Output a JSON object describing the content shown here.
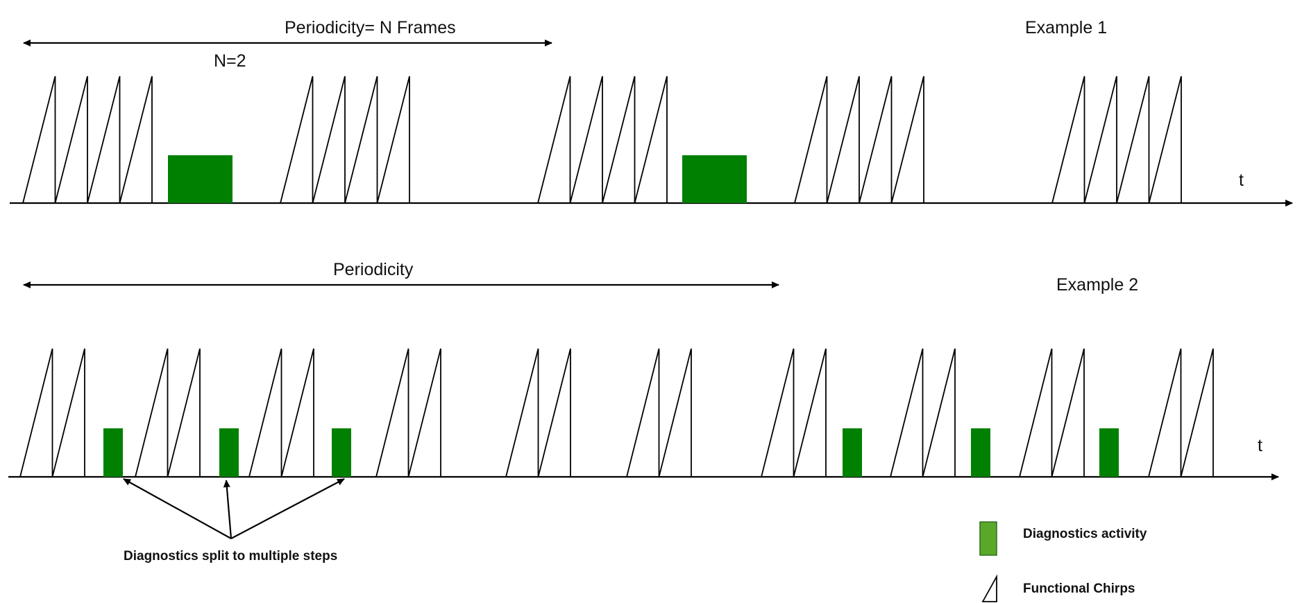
{
  "example1": {
    "title": "Example 1",
    "periodicity_label": "Periodicity= N Frames",
    "n_label": "N=2",
    "time_label": "t"
  },
  "example2": {
    "title": "Example 2",
    "periodicity_label": "Periodicity",
    "time_label": "t",
    "annotation": "Diagnostics split to multiple steps"
  },
  "legend": {
    "diagnostics_label": "Diagnostics activity",
    "chirps_label": "Functional Chirps"
  },
  "colors": {
    "diagnostics": "#008000",
    "legend_diagnostics": "#5aa82a",
    "axis": "#000000"
  }
}
